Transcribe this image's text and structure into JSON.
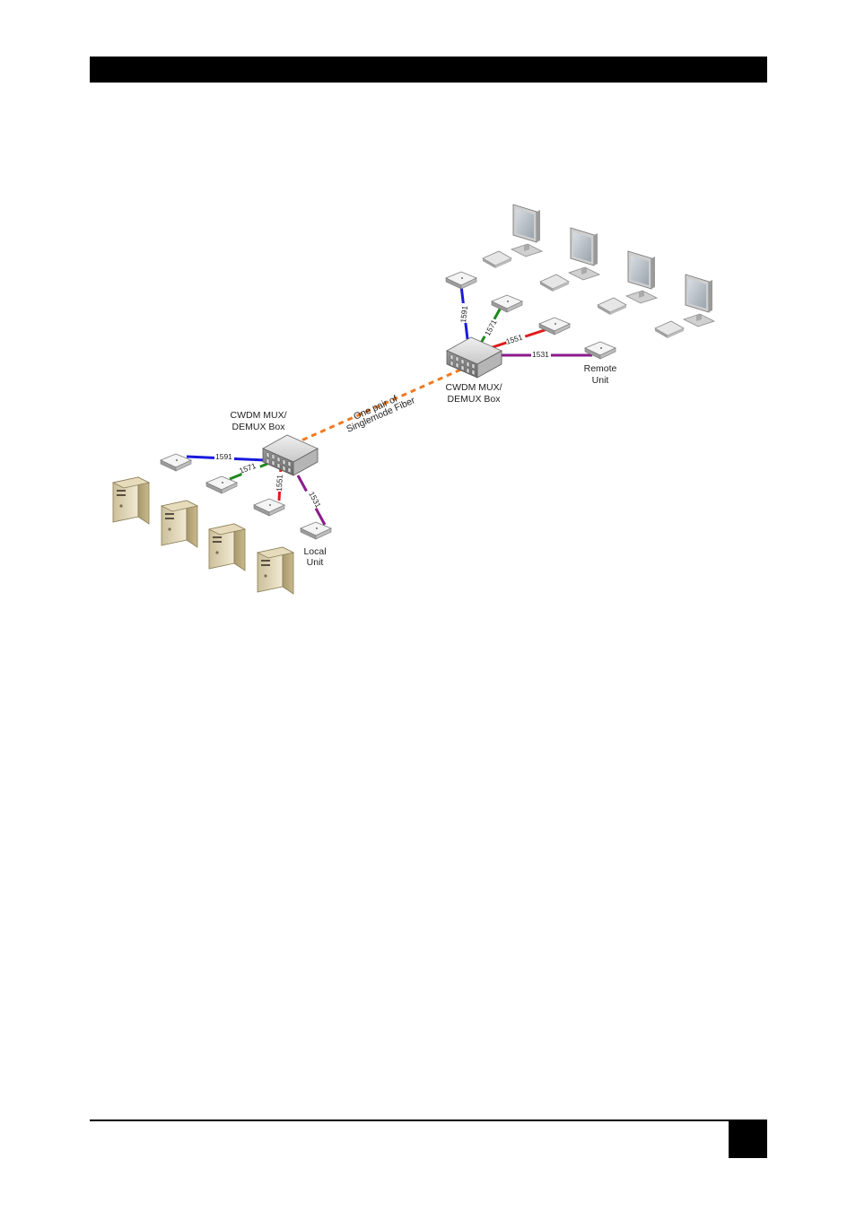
{
  "diagram": {
    "local_mux_label": [
      "CWDM MUX/",
      "DEMUX Box"
    ],
    "remote_mux_label": [
      "CWDM MUX/",
      "DEMUX Box"
    ],
    "fiber_label": [
      "One pair of",
      "Singlemode Fiber"
    ],
    "local_unit_label": [
      "Local",
      "Unit"
    ],
    "remote_unit_label": [
      "Remote",
      "Unit"
    ],
    "wavelengths": {
      "w1591": "1591",
      "w1571": "1571",
      "w1551": "1551",
      "w1531": "1531"
    },
    "colors": {
      "w1591": "#1a1adc",
      "w1571": "#1e8a1e",
      "w1551": "#e01a1a",
      "w1531": "#8a1a8a",
      "fiber": "#f07a20"
    }
  }
}
